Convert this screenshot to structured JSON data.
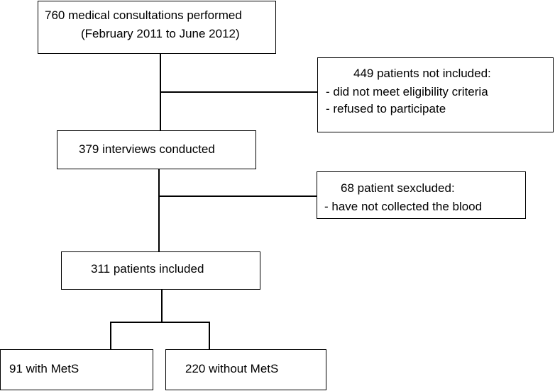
{
  "boxes": {
    "consultations": {
      "line1": "760 medical consultations performed",
      "line2": "(February 2011 to June 2012)"
    },
    "not_included": {
      "title": "449 patients not included:",
      "reason1": "- did not meet eligibility criteria",
      "reason2": "- refused to participate"
    },
    "interviews": {
      "label": "379 interviews conducted"
    },
    "excluded": {
      "title": "68 patient sexcluded:",
      "reason1": "- have not collected the blood"
    },
    "included": {
      "label": "311 patients included"
    },
    "with_mets": {
      "label": "91 with MetS"
    },
    "without_mets": {
      "label": "220 without MetS"
    }
  },
  "colors": {
    "line": "#000000",
    "background": "#ffffff"
  }
}
